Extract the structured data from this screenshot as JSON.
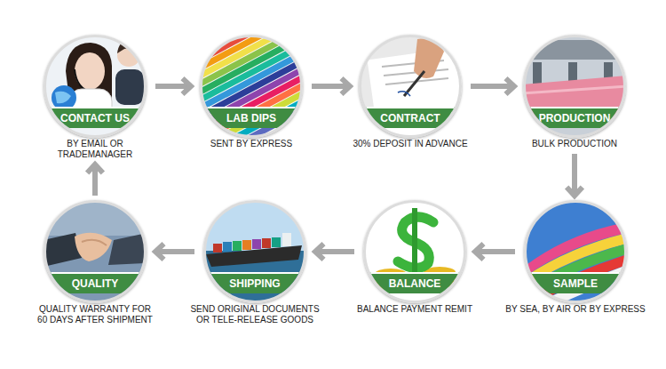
{
  "diagram": {
    "nodes": [
      {
        "text": [
          "CONTACT US",
          "BY EMAIL OR TRADEMANAGER"
        ]
      },
      {
        "text": [
          "LAB DIPS",
          "SENT BY EXPRESS"
        ]
      },
      {
        "text": [
          "CONTRACT",
          "30% DEPOSIT IN ADVANCE"
        ]
      },
      {
        "text": [
          "PRODUCTION",
          "BULK PRODUCTION"
        ]
      },
      {
        "text": [
          "QUALITY",
          "QUALITY WARRANTY FOR 60 DAYS AFTER SHIPMENT"
        ]
      },
      {
        "text": [
          "SHIPPING",
          "SEND ORIGINAL DOCUMENTS OR TELE-RELEASE GOODS"
        ]
      },
      {
        "text": [
          "BALANCE",
          "BALANCE PAYMENT REMIT"
        ]
      },
      {
        "text": [
          "SAMPLE",
          "BY SEA, BY AIR OR BY EXPRESS"
        ]
      }
    ],
    "edges": [
      {
        "from": 0,
        "to": 1,
        "arrow": "to"
      },
      {
        "from": 1,
        "to": 2,
        "arrow": "to"
      },
      {
        "from": 2,
        "to": 3,
        "arrow": "to"
      },
      {
        "from": 3,
        "to": 7,
        "arrow": "to"
      },
      {
        "from": 7,
        "to": 6,
        "arrow": "to"
      },
      {
        "from": 6,
        "to": 5,
        "arrow": "to"
      },
      {
        "from": 5,
        "to": 4,
        "arrow": "to"
      },
      {
        "from": 4,
        "to": 0,
        "arrow": "to"
      }
    ]
  }
}
